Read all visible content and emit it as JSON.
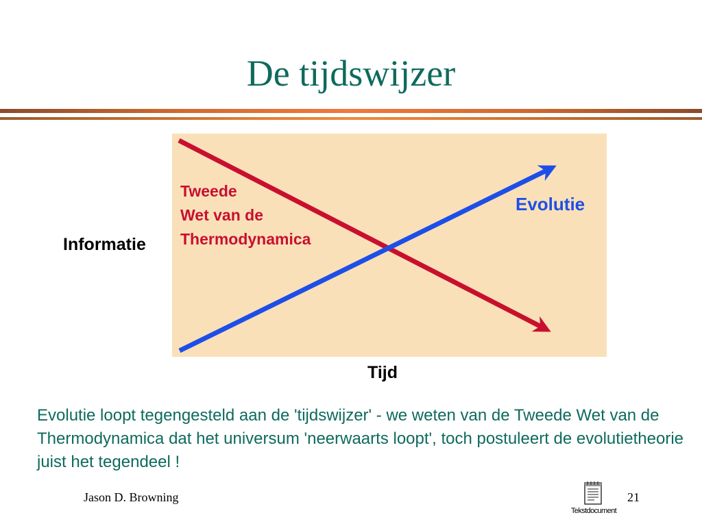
{
  "slide": {
    "title": "De tijdswijzer",
    "caption": "Evolutie loopt tegengesteld aan de 'tijdswijzer' - we weten van de Tweede Wet van de Thermodynamica dat het universum 'neerwaarts loopt', toch postuleert de evolutietheorie juist het tegendeel !",
    "footer": {
      "author": "Jason D. Browning",
      "page_number": "21"
    }
  },
  "diagram": {
    "y_axis_label": "Informatie",
    "x_axis_label": "Tijd",
    "arrows": [
      {
        "id": "thermo",
        "label_lines": [
          "Tweede",
          "Wet van de",
          "Thermodynamica"
        ],
        "direction": "decreasing",
        "color": "#c8102e"
      },
      {
        "id": "evolution",
        "label_lines": [
          "Evolutie"
        ],
        "direction": "increasing",
        "color": "#1d4fe8"
      }
    ],
    "panel_color": "#fae0b9"
  },
  "embedded_object": {
    "icon": "text-document-icon",
    "label": "Tekstdocument"
  },
  "colors": {
    "title": "#0e6a5d",
    "caption": "#0e6a5d",
    "rule": "#e07a35"
  }
}
